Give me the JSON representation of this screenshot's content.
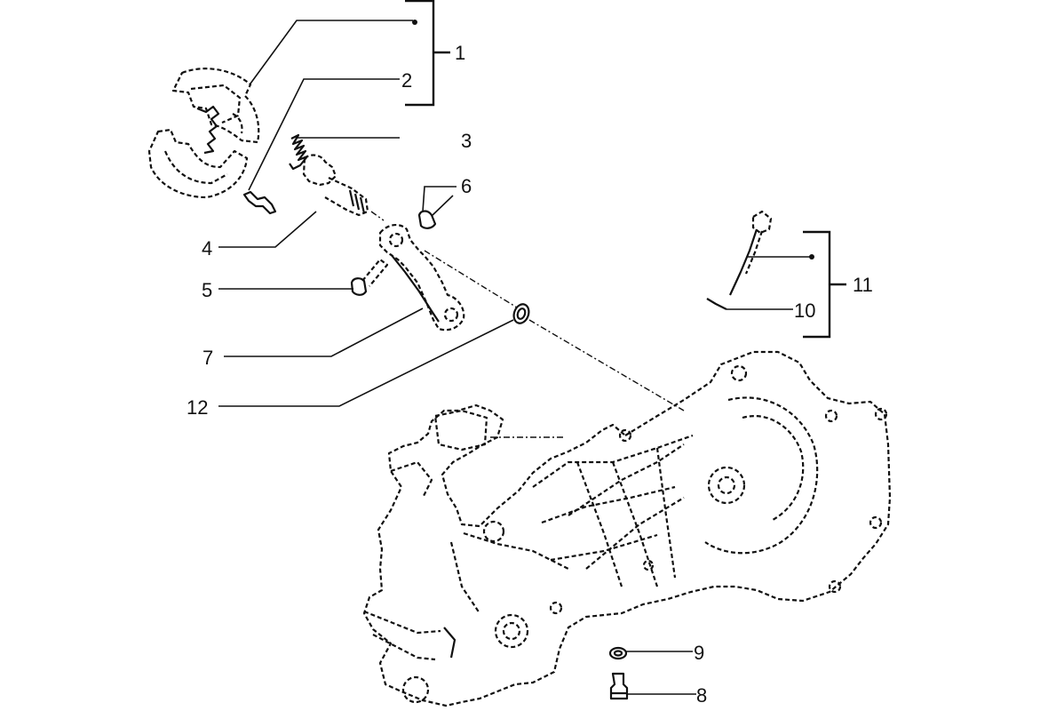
{
  "diagram": {
    "type": "exploded-parts-diagram",
    "callouts": [
      {
        "id": "callout-1",
        "number": "1"
      },
      {
        "id": "callout-2",
        "number": "2"
      },
      {
        "id": "callout-3",
        "number": "3"
      },
      {
        "id": "callout-4",
        "number": "4"
      },
      {
        "id": "callout-5",
        "number": "5"
      },
      {
        "id": "callout-6",
        "number": "6"
      },
      {
        "id": "callout-7",
        "number": "7"
      },
      {
        "id": "callout-8",
        "number": "8"
      },
      {
        "id": "callout-9",
        "number": "9"
      },
      {
        "id": "callout-10",
        "number": "10"
      },
      {
        "id": "callout-11",
        "number": "11"
      },
      {
        "id": "callout-12",
        "number": "12"
      }
    ],
    "colors": {
      "ink": "#111111",
      "background": "#ffffff"
    }
  }
}
